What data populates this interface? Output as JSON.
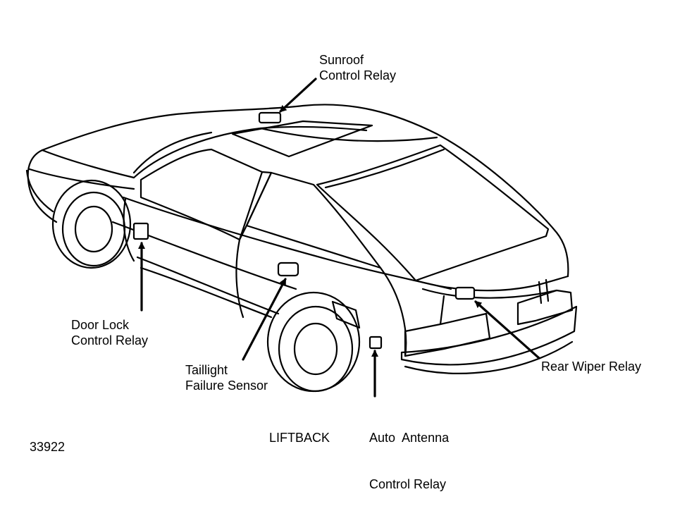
{
  "diagram": {
    "caption": "LIFTBACK",
    "figure_number": "33922",
    "callouts": {
      "sunroof": {
        "line1": "Sunroof",
        "line2": "Control Relay"
      },
      "door_lock": {
        "line1": "Door Lock",
        "line2": "Control Relay"
      },
      "taillight": {
        "line1": "Taillight",
        "line2": "Failure Sensor"
      },
      "antenna": {
        "line1": "Auto  Antenna",
        "line2": "Control Relay"
      },
      "rear_wiper": {
        "line1": "Rear Wiper Relay"
      }
    },
    "colors": {
      "ink": "#000000",
      "paper": "#ffffff"
    }
  }
}
